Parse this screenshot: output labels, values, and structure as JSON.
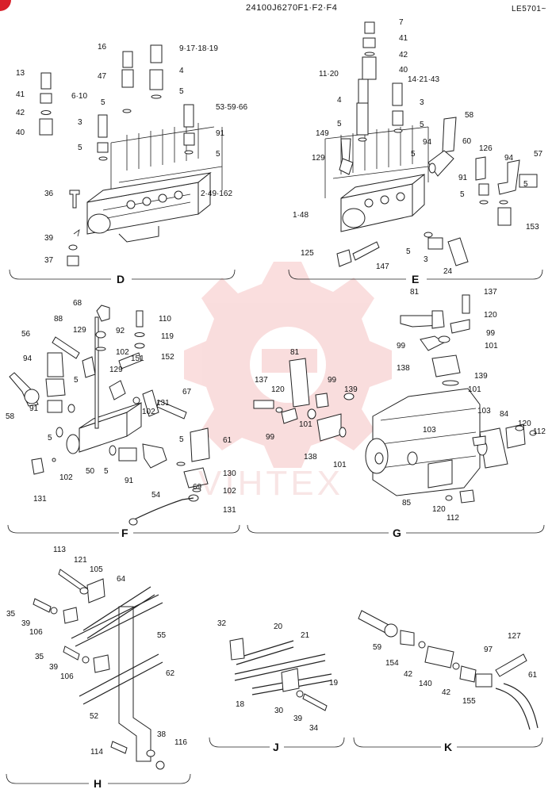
{
  "header": {
    "part_number": "24100J6270F1·F2·F4",
    "serial": "LE5701~",
    "watermark": "VIHTEX"
  },
  "sections": [
    "D",
    "E",
    "F",
    "G",
    "H",
    "J",
    "K"
  ],
  "labels": {
    "d": [
      "13",
      "41",
      "42",
      "40",
      "16",
      "47",
      "5",
      "6·10",
      "3",
      "5",
      "9·17·18·19",
      "4",
      "5",
      "53·59·66",
      "91",
      "5",
      "36",
      "2·49·162",
      "39",
      "37"
    ],
    "e": [
      "7",
      "41",
      "42",
      "40",
      "11·20",
      "14·21·43",
      "4",
      "3",
      "5",
      "5",
      "149",
      "58",
      "60",
      "126",
      "129",
      "94",
      "5",
      "94",
      "57",
      "91",
      "5",
      "5",
      "1·48",
      "153",
      "125",
      "5",
      "147",
      "3",
      "24"
    ],
    "f": [
      "68",
      "110",
      "88",
      "129",
      "92",
      "119",
      "102",
      "152",
      "56",
      "151",
      "94",
      "129",
      "67",
      "5",
      "58",
      "91",
      "5",
      "131",
      "102",
      "5",
      "61",
      "50",
      "5",
      "91",
      "54",
      "130",
      "102",
      "102",
      "69",
      "131",
      "131"
    ],
    "g": [
      "81",
      "137",
      "120",
      "99",
      "99",
      "101",
      "81",
      "137",
      "120",
      "99",
      "139",
      "138",
      "139",
      "101",
      "99",
      "101",
      "138",
      "103",
      "84",
      "103",
      "101",
      "120",
      "112",
      "85",
      "120",
      "112"
    ],
    "h": [
      "113",
      "121",
      "105",
      "64",
      "35",
      "39",
      "106",
      "55",
      "35",
      "39",
      "106",
      "62",
      "52",
      "114",
      "38",
      "116"
    ],
    "j": [
      "32",
      "20",
      "21",
      "19",
      "18",
      "30",
      "39",
      "34"
    ],
    "k": [
      "59",
      "154",
      "42",
      "140",
      "42",
      "155",
      "97",
      "127",
      "61"
    ]
  }
}
